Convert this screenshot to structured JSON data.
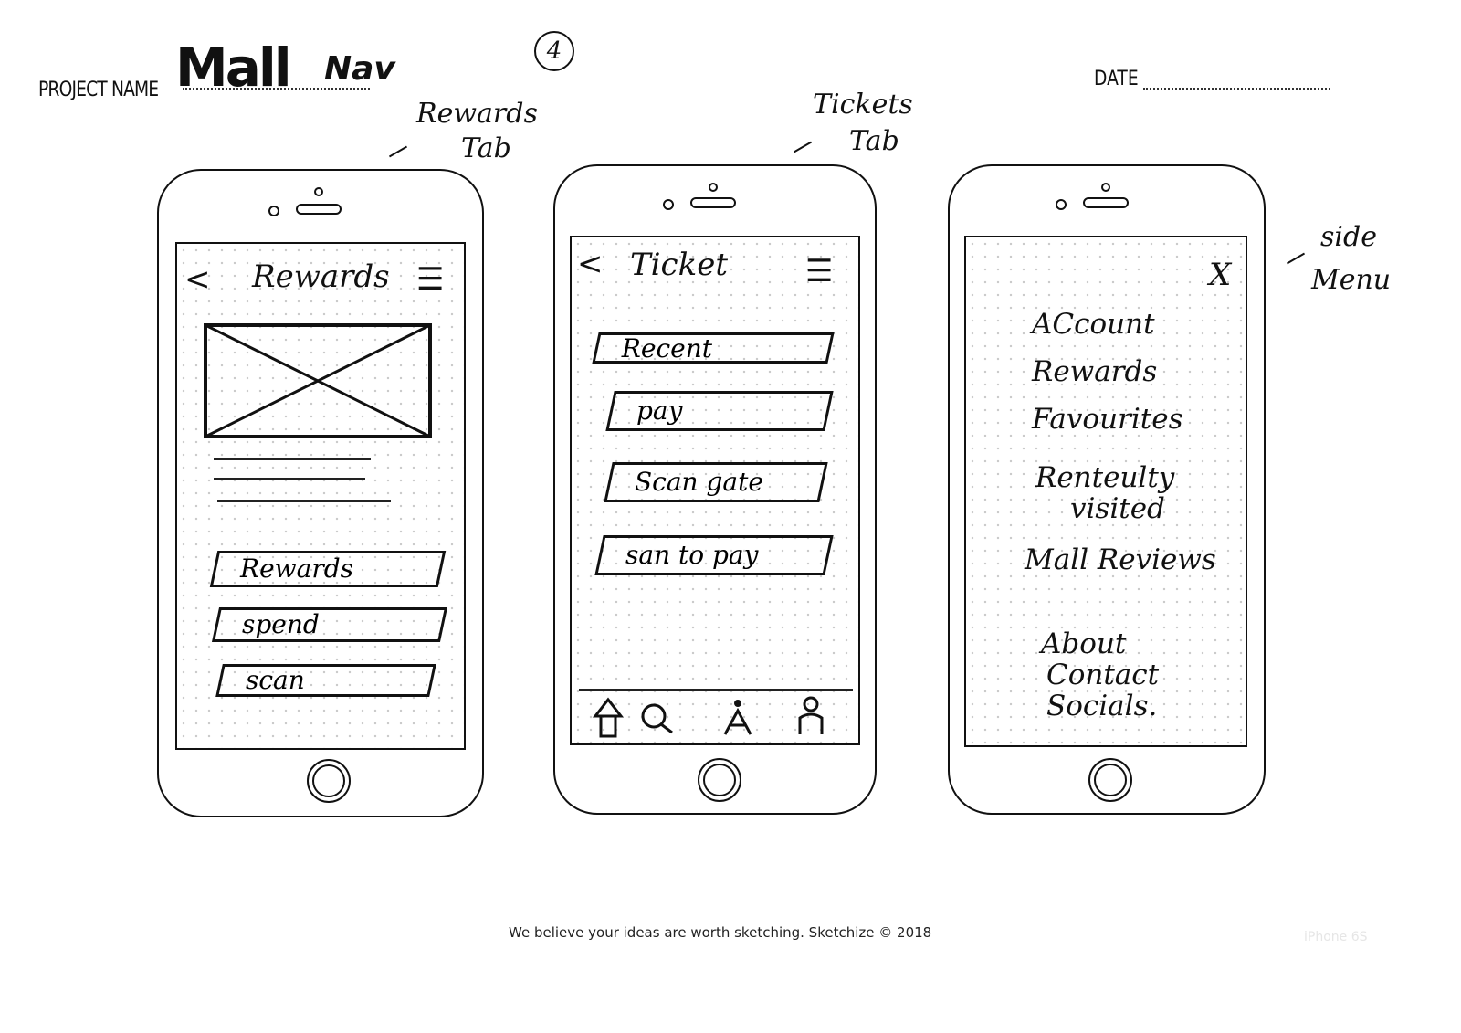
{
  "header": {
    "project_label": "PROJECT NAME",
    "project_name": "Mall",
    "project_name_2": "Nav",
    "page_number": "4",
    "date_label": "DATE"
  },
  "annotations": {
    "rewards": [
      "Rewards",
      "Tab"
    ],
    "tickets": [
      "Tickets",
      "Tab"
    ],
    "side": [
      "side",
      "Menu"
    ]
  },
  "screen_rewards": {
    "back_icon": "<",
    "title": "Rewards",
    "menu_icon": "☰",
    "buttons": [
      "Rewards",
      "spend",
      "scan"
    ]
  },
  "screen_ticket": {
    "back_icon": "<",
    "title": "Ticket",
    "menu_icon": "☰",
    "buttons": [
      "Recent",
      "pay",
      "Scan gate",
      "san to pay"
    ]
  },
  "screen_menu": {
    "close_icon": "X",
    "items": [
      "ACcount",
      "Rewards",
      "Favourites",
      "Renteulty",
      "visited",
      "Mall Reviews",
      "About",
      "Contact",
      "Socials."
    ]
  },
  "footer": {
    "text": "We believe your ideas are worth sketching. Sketchize © 2018",
    "model": "iPhone 6S"
  },
  "icons": {
    "tab_home": "home-icon",
    "tab_search": "search-icon",
    "tab_user": "user-icon",
    "tab_profile": "profile-icon"
  }
}
